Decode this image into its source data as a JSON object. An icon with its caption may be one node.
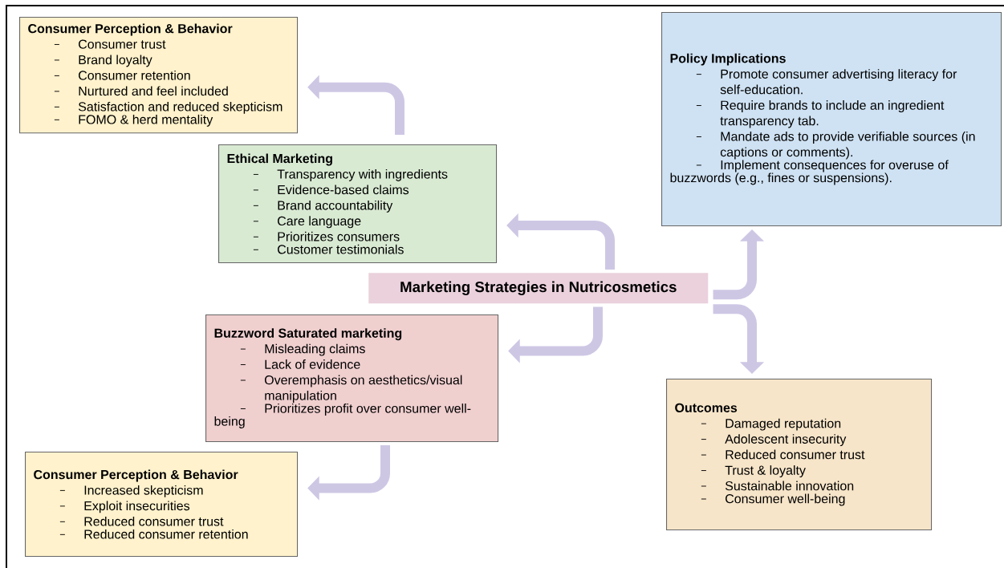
{
  "diagram": {
    "nodes": [
      {
        "text": [
          "Consumer Perception & Behavior",
          "Consumer trust",
          "Brand loyalty",
          "Consumer retention",
          "Nurtured and feel included",
          "Satisfaction and reduced skepticism",
          "FOMO & herd mentality"
        ]
      },
      {
        "text": [
          "Ethical Marketing",
          "Transparency with ingredients",
          "Evidence-based claims",
          "Brand accountability",
          "Care language",
          "Prioritizes consumers",
          "Customer testimonials"
        ]
      },
      {
        "text": [
          "Policy Implications",
          "Promote consumer advertising literacy for self-education.",
          "Require brands to include an ingredient transparency tab.",
          "Mandate ads to provide verifiable sources (in captions or comments).",
          "Implement consequences for overuse of buzzwords (e.g., fines or suspensions)."
        ]
      },
      {
        "text": [
          "Marketing Strategies in Nutricosmetics"
        ]
      },
      {
        "text": [
          "Buzzword Saturated marketing",
          "Misleading claims",
          "Lack of evidence",
          "Overemphasis on aesthetics/visual manipulation",
          "Prioritizes profit over consumer well-being"
        ]
      },
      {
        "text": [
          "Consumer Perception & Behavior",
          "Increased skepticism",
          "Exploit insecurities",
          "Reduced consumer trust",
          "Reduced consumer retention"
        ]
      },
      {
        "text": [
          "Outcomes",
          "Damaged reputation",
          "Adolescent insecurity",
          "Reduced consumer trust",
          "Trust & loyalty",
          "Sustainable innovation",
          "Consumer well-being"
        ]
      }
    ],
    "edges": [
      {
        "from": 1,
        "to": 0,
        "arrow": "to"
      },
      {
        "from": 3,
        "to": 1,
        "arrow": "to"
      },
      {
        "from": 3,
        "to": 4,
        "arrow": "to"
      },
      {
        "from": 4,
        "to": 5,
        "arrow": "to"
      },
      {
        "from": 3,
        "to": 2,
        "arrow": "to"
      },
      {
        "from": 3,
        "to": 6,
        "arrow": "to"
      }
    ]
  }
}
